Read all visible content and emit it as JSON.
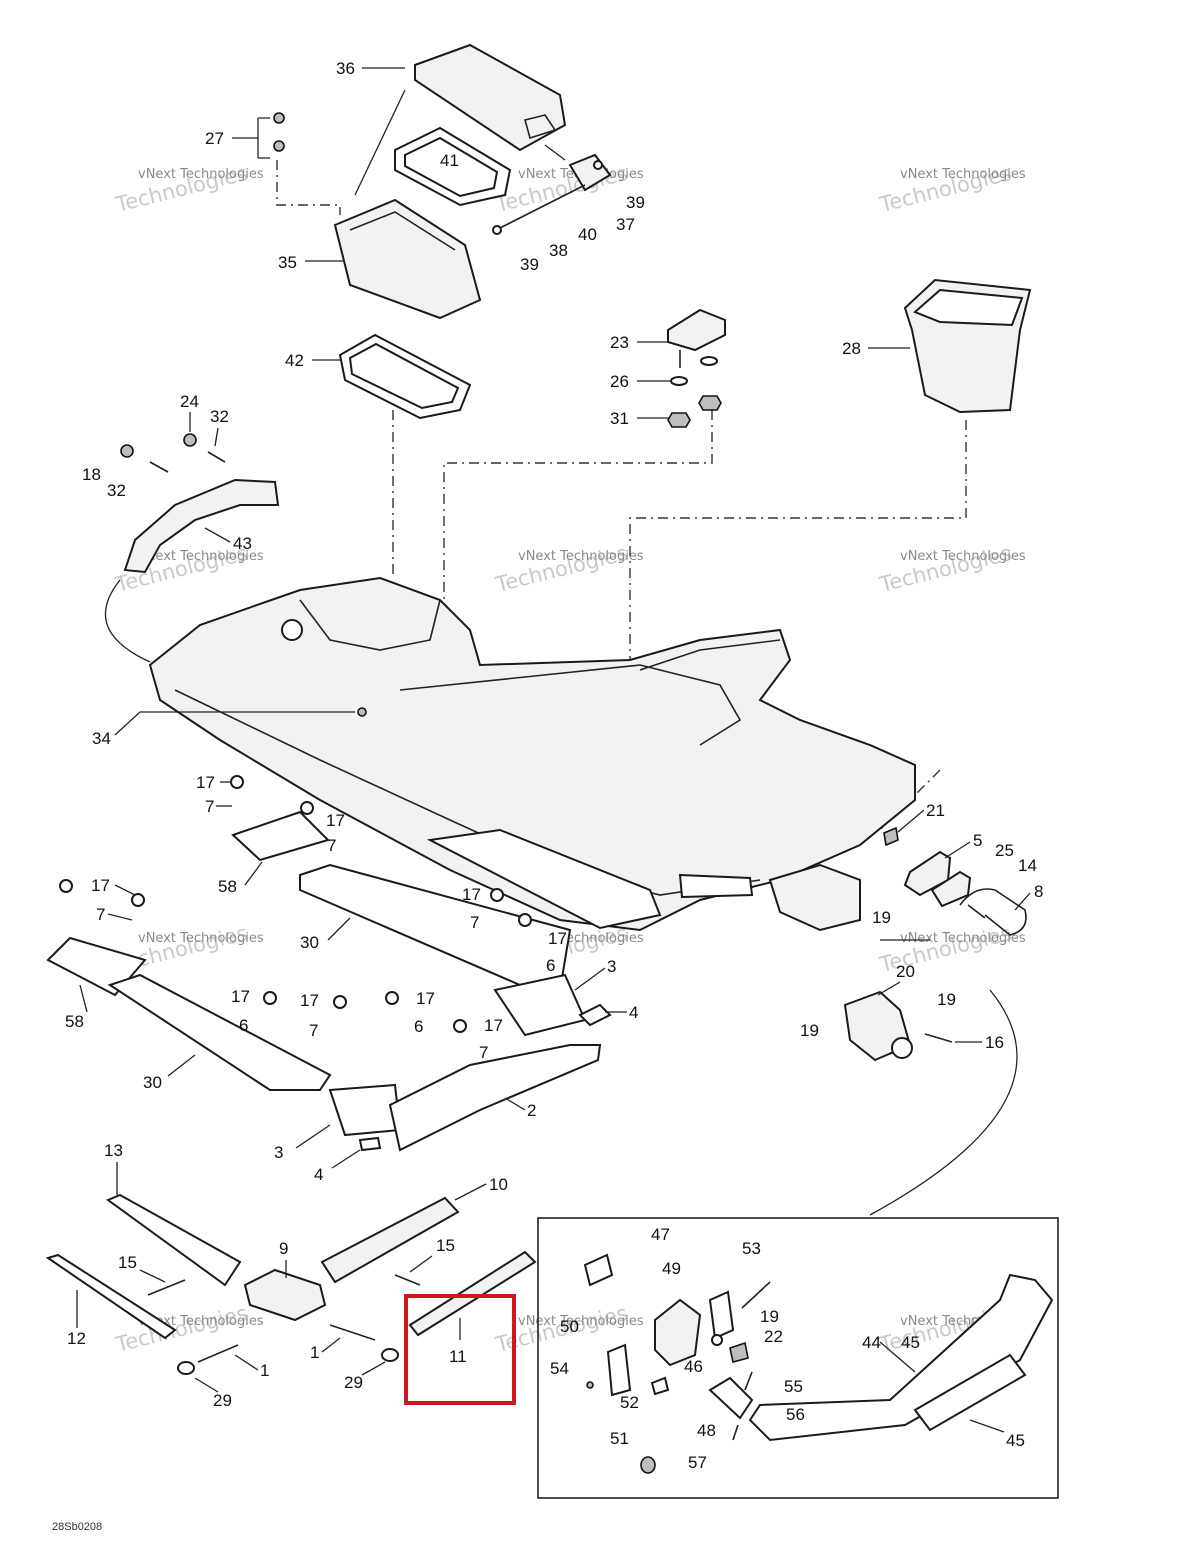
{
  "diagram": {
    "drawing_code": "28Sb0208",
    "watermark": {
      "line1": "vNext Technologies",
      "line2": "Technologies"
    },
    "highlight_color": "#d0181c",
    "callouts": [
      {
        "id": "c36",
        "text": "36"
      },
      {
        "id": "c27",
        "text": "27"
      },
      {
        "id": "c41",
        "text": "41"
      },
      {
        "id": "c35",
        "text": "35"
      },
      {
        "id": "c39a",
        "text": "39"
      },
      {
        "id": "c37",
        "text": "37"
      },
      {
        "id": "c40",
        "text": "40"
      },
      {
        "id": "c38",
        "text": "38"
      },
      {
        "id": "c39b",
        "text": "39"
      },
      {
        "id": "c42",
        "text": "42"
      },
      {
        "id": "c23",
        "text": "23"
      },
      {
        "id": "c26",
        "text": "26"
      },
      {
        "id": "c31",
        "text": "31"
      },
      {
        "id": "c28",
        "text": "28"
      },
      {
        "id": "c24",
        "text": "24"
      },
      {
        "id": "c32a",
        "text": "32"
      },
      {
        "id": "c18",
        "text": "18"
      },
      {
        "id": "c32b",
        "text": "32"
      },
      {
        "id": "c43",
        "text": "43"
      },
      {
        "id": "c34",
        "text": "34"
      },
      {
        "id": "c17a",
        "text": "17"
      },
      {
        "id": "c7a",
        "text": "7"
      },
      {
        "id": "c17b",
        "text": "17"
      },
      {
        "id": "c7b",
        "text": "7"
      },
      {
        "id": "c58a",
        "text": "58"
      },
      {
        "id": "c17c",
        "text": "17"
      },
      {
        "id": "c7c",
        "text": "7"
      },
      {
        "id": "c30a",
        "text": "30"
      },
      {
        "id": "c17d",
        "text": "17"
      },
      {
        "id": "c7d",
        "text": "7"
      },
      {
        "id": "c17e",
        "text": "17"
      },
      {
        "id": "c6a",
        "text": "6"
      },
      {
        "id": "c3a",
        "text": "3"
      },
      {
        "id": "c4a",
        "text": "4"
      },
      {
        "id": "c58b",
        "text": "58"
      },
      {
        "id": "c17f",
        "text": "17"
      },
      {
        "id": "c6b",
        "text": "6"
      },
      {
        "id": "c17g",
        "text": "17"
      },
      {
        "id": "c7e",
        "text": "7"
      },
      {
        "id": "c17h",
        "text": "17"
      },
      {
        "id": "c6c",
        "text": "6"
      },
      {
        "id": "c17i",
        "text": "17"
      },
      {
        "id": "c7f",
        "text": "7"
      },
      {
        "id": "c30b",
        "text": "30"
      },
      {
        "id": "c2",
        "text": "2"
      },
      {
        "id": "c3b",
        "text": "3"
      },
      {
        "id": "c4b",
        "text": "4"
      },
      {
        "id": "c21",
        "text": "21"
      },
      {
        "id": "c5",
        "text": "5"
      },
      {
        "id": "c25",
        "text": "25"
      },
      {
        "id": "c14",
        "text": "14"
      },
      {
        "id": "c8",
        "text": "8"
      },
      {
        "id": "c19a",
        "text": "19"
      },
      {
        "id": "c20",
        "text": "20"
      },
      {
        "id": "c19b",
        "text": "19"
      },
      {
        "id": "c19c",
        "text": "19"
      },
      {
        "id": "c16",
        "text": "16"
      },
      {
        "id": "c13",
        "text": "13"
      },
      {
        "id": "c10",
        "text": "10"
      },
      {
        "id": "c9",
        "text": "9"
      },
      {
        "id": "c15a",
        "text": "15"
      },
      {
        "id": "c15b",
        "text": "15"
      },
      {
        "id": "c12",
        "text": "12"
      },
      {
        "id": "c1a",
        "text": "1"
      },
      {
        "id": "c1b",
        "text": "1"
      },
      {
        "id": "c29a",
        "text": "29"
      },
      {
        "id": "c29b",
        "text": "29"
      },
      {
        "id": "c11",
        "text": "11"
      },
      {
        "id": "c47",
        "text": "47"
      },
      {
        "id": "c53",
        "text": "53"
      },
      {
        "id": "c49",
        "text": "49"
      },
      {
        "id": "c19d",
        "text": "19"
      },
      {
        "id": "c50",
        "text": "50"
      },
      {
        "id": "c22",
        "text": "22"
      },
      {
        "id": "c46",
        "text": "46"
      },
      {
        "id": "c54",
        "text": "54"
      },
      {
        "id": "c52",
        "text": "52"
      },
      {
        "id": "c55",
        "text": "55"
      },
      {
        "id": "c56",
        "text": "56"
      },
      {
        "id": "c48",
        "text": "48"
      },
      {
        "id": "c51",
        "text": "51"
      },
      {
        "id": "c57",
        "text": "57"
      },
      {
        "id": "c44",
        "text": "44"
      },
      {
        "id": "c45a",
        "text": "45"
      },
      {
        "id": "c45b",
        "text": "45"
      }
    ]
  }
}
